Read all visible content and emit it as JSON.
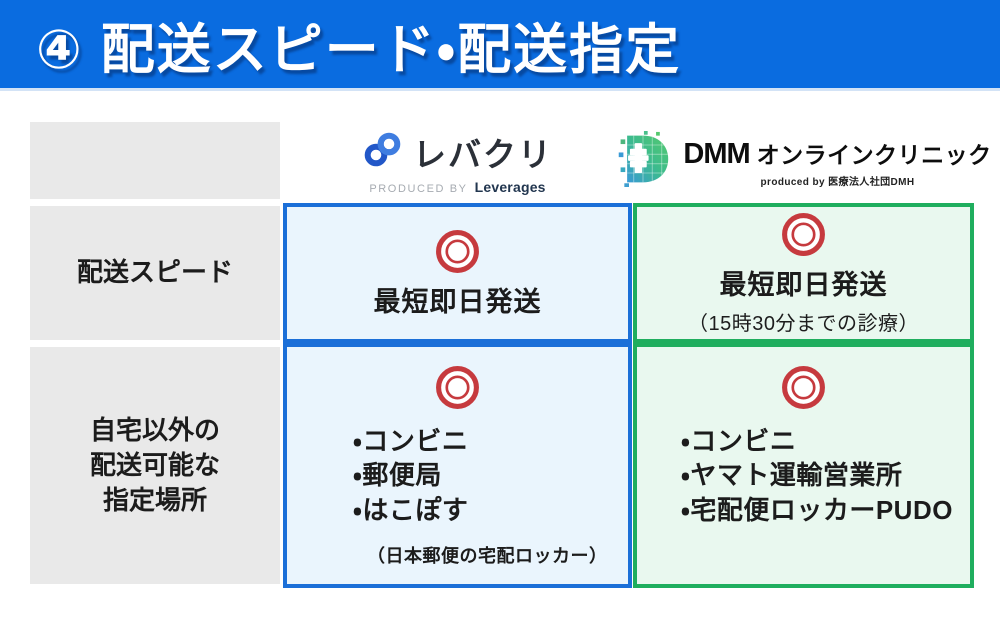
{
  "header": {
    "title": "④ 配送スピード・配送指定"
  },
  "columns": {
    "levacli": {
      "logo_text": "レバクリ",
      "tagline_prefix": "PRODUCED BY",
      "tagline_brand": "Leverages"
    },
    "dmm": {
      "logo_text_bold": "DMM",
      "logo_text_rest": "オンラインクリニック",
      "tagline": "produced by 医療法人社団DMH"
    }
  },
  "rows": {
    "speed": {
      "label": "配送スピード",
      "levacli": {
        "rating_icon": "double-circle-excellent",
        "value": "最短即日発送"
      },
      "dmm": {
        "rating_icon": "double-circle-excellent",
        "value": "最短即日発送",
        "note": "（15時30分までの診療）"
      }
    },
    "locations": {
      "label_lines": [
        "自宅以外の",
        "配送可能な",
        "指定場所"
      ],
      "levacli": {
        "rating_icon": "double-circle-excellent",
        "items": [
          "・コンビニ",
          "・郵便局",
          "・はこぽす"
        ],
        "note": "（日本郵便の宅配ロッカー）"
      },
      "dmm": {
        "rating_icon": "double-circle-excellent",
        "items": [
          "・コンビニ",
          "・ヤマト運輸営業所",
          "・宅配便ロッカーPUDO"
        ]
      }
    }
  },
  "colors": {
    "header_bg": "#0a6ce0",
    "levacli_border": "#1b6fd8",
    "levacli_bg": "#eaf5fd",
    "dmm_border": "#1fae5e",
    "dmm_bg": "#e9f8ef",
    "rating_red": "#c63a3e",
    "label_cell_bg": "#e9e9e9",
    "text": "#1c1c1c"
  }
}
